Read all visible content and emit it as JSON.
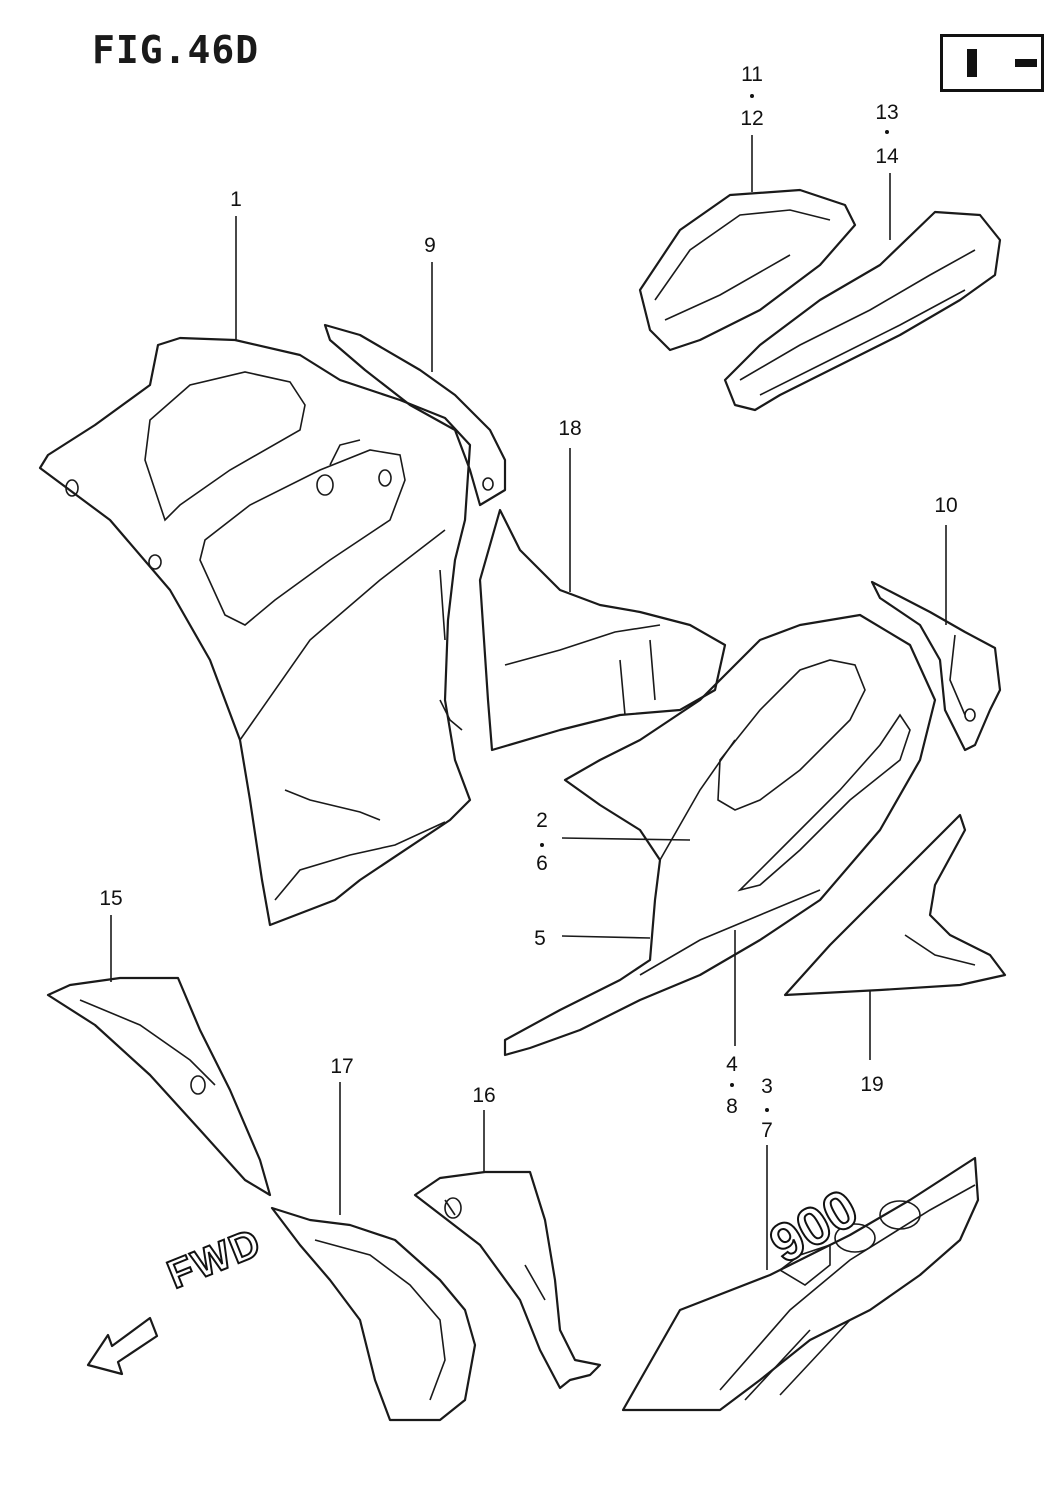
{
  "header": {
    "title": "FIG.46D"
  },
  "badge": {
    "icon": "model-code-badge-icon"
  },
  "labels": {
    "p1": "1",
    "p2": "2",
    "p3": "3",
    "p4": "4",
    "p5": "5",
    "p6": "6",
    "p7": "7",
    "p8": "8",
    "p9": "9",
    "p10": "10",
    "p11": "11",
    "p12": "12",
    "p13": "13",
    "p14": "14",
    "p15": "15",
    "p16": "16",
    "p17": "17",
    "p18": "18",
    "p19": "19"
  },
  "direction": {
    "text": "FWD",
    "icon": "forward-arrow-icon"
  },
  "decal": {
    "text": "900"
  }
}
